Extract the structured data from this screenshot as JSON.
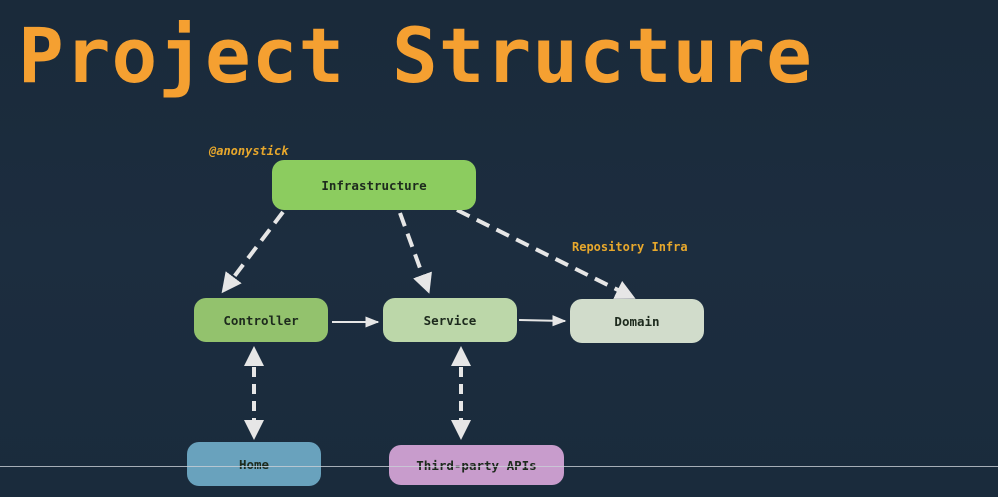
{
  "title": "Project Structure",
  "handle": "@anonystick",
  "nodes": {
    "infrastructure": "Infrastructure",
    "controller": "Controller",
    "service": "Service",
    "domain": "Domain",
    "home": "Home",
    "third_party": "Third-party APIs"
  },
  "edge_labels": {
    "repository_infra": "Repository Infra"
  },
  "edges": [
    {
      "from": "Infrastructure",
      "to": "Controller",
      "style": "dashed"
    },
    {
      "from": "Infrastructure",
      "to": "Service",
      "style": "dashed"
    },
    {
      "from": "Infrastructure",
      "to": "Domain",
      "style": "dashed",
      "label": "Repository Infra"
    },
    {
      "from": "Controller",
      "to": "Service",
      "style": "solid"
    },
    {
      "from": "Service",
      "to": "Domain",
      "style": "solid"
    },
    {
      "from": "Controller",
      "to": "Home",
      "style": "dashed",
      "bidirectional": true
    },
    {
      "from": "Service",
      "to": "Third-party APIs",
      "style": "dashed",
      "bidirectional": true
    }
  ],
  "colors": {
    "title": "#f5a031",
    "labels": "#e8a82c",
    "arrows": "#e6e6e6",
    "infrastructure": "#8ccc5f",
    "controller": "#93c26d",
    "service": "#bcd7a9",
    "domain": "#d1dccb",
    "home": "#69a2bd",
    "third_party": "#c89ccc"
  }
}
